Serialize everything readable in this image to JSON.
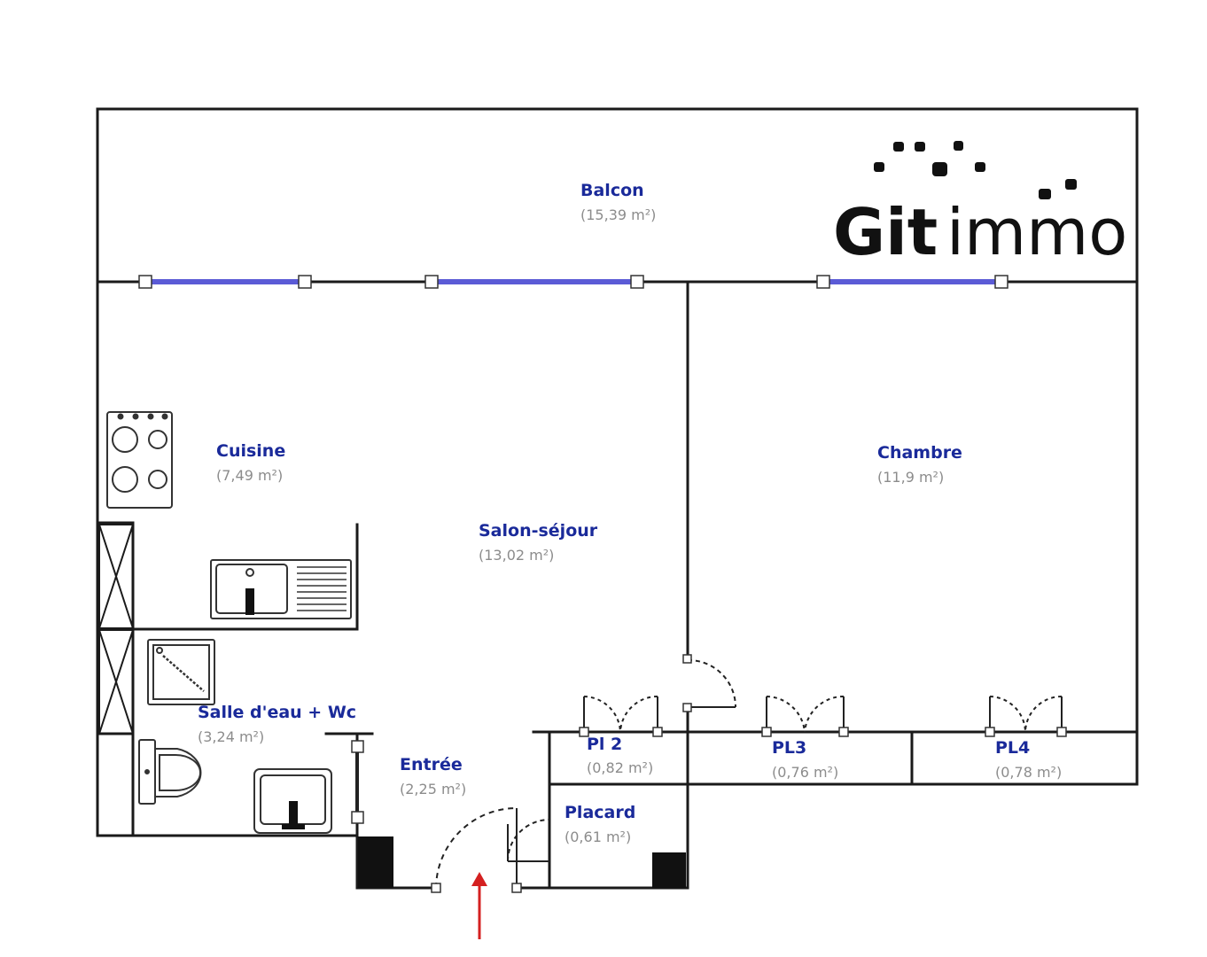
{
  "colors": {
    "wall": "#1a1a1a",
    "room_label": "#1a2a9a",
    "area_label": "#8c8c8c",
    "window": "#5b5bd6",
    "entry_arrow": "#d42020",
    "logo": "#111111"
  },
  "logo": {
    "word1": "Git",
    "word2": "immo"
  },
  "rooms": {
    "balcon": {
      "name": "Balcon",
      "area": "(15,39 m²)"
    },
    "cuisine": {
      "name": "Cuisine",
      "area": "(7,49 m²)"
    },
    "chambre": {
      "name": "Chambre",
      "area": "(11,9 m²)"
    },
    "salon": {
      "name": "Salon-séjour",
      "area": "(13,02 m²)"
    },
    "sde": {
      "name": "Salle d'eau + Wc",
      "area": "(3,24 m²)"
    },
    "entree": {
      "name": "Entrée",
      "area": "(2,25 m²)"
    },
    "pl2": {
      "name": "Pl 2",
      "area": "(0,82 m²)"
    },
    "pl3": {
      "name": "PL3",
      "area": "(0,76 m²)"
    },
    "pl4": {
      "name": "PL4",
      "area": "(0,78 m²)"
    },
    "placard": {
      "name": "Placard",
      "area": "(0,61 m²)"
    }
  },
  "icons": [
    "stove-icon",
    "sink-icon",
    "shower-icon",
    "toilet-icon",
    "washbasin-icon",
    "entry-arrow-icon",
    "logo-dots"
  ]
}
